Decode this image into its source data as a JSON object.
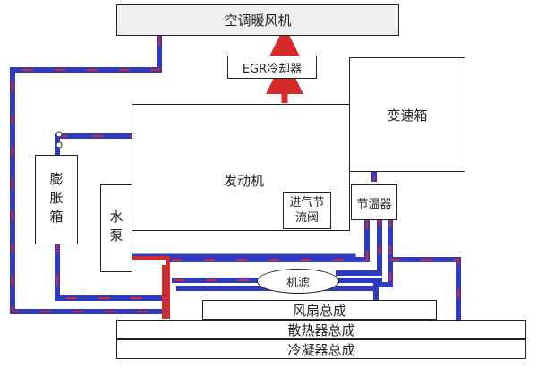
{
  "labels": {
    "ac_heater": "空调暖风机",
    "egr_cooler": "EGR冷却器",
    "transmission": "变速箱",
    "engine": "发动机",
    "expansion_tank": "膨胀箱",
    "water_pump": "水泵",
    "throttle_line1": "进气节",
    "throttle_line2": "流阀",
    "thermostat": "节温器",
    "oil_filter": "机滤",
    "fan": "风扇总成",
    "radiator": "散热器总成",
    "condenser": "冷凝器总成"
  },
  "colors": {
    "coolant_blue": "#2e3bbf",
    "coolant_red": "#d62a2a",
    "node_green": "#2fbf2f"
  }
}
